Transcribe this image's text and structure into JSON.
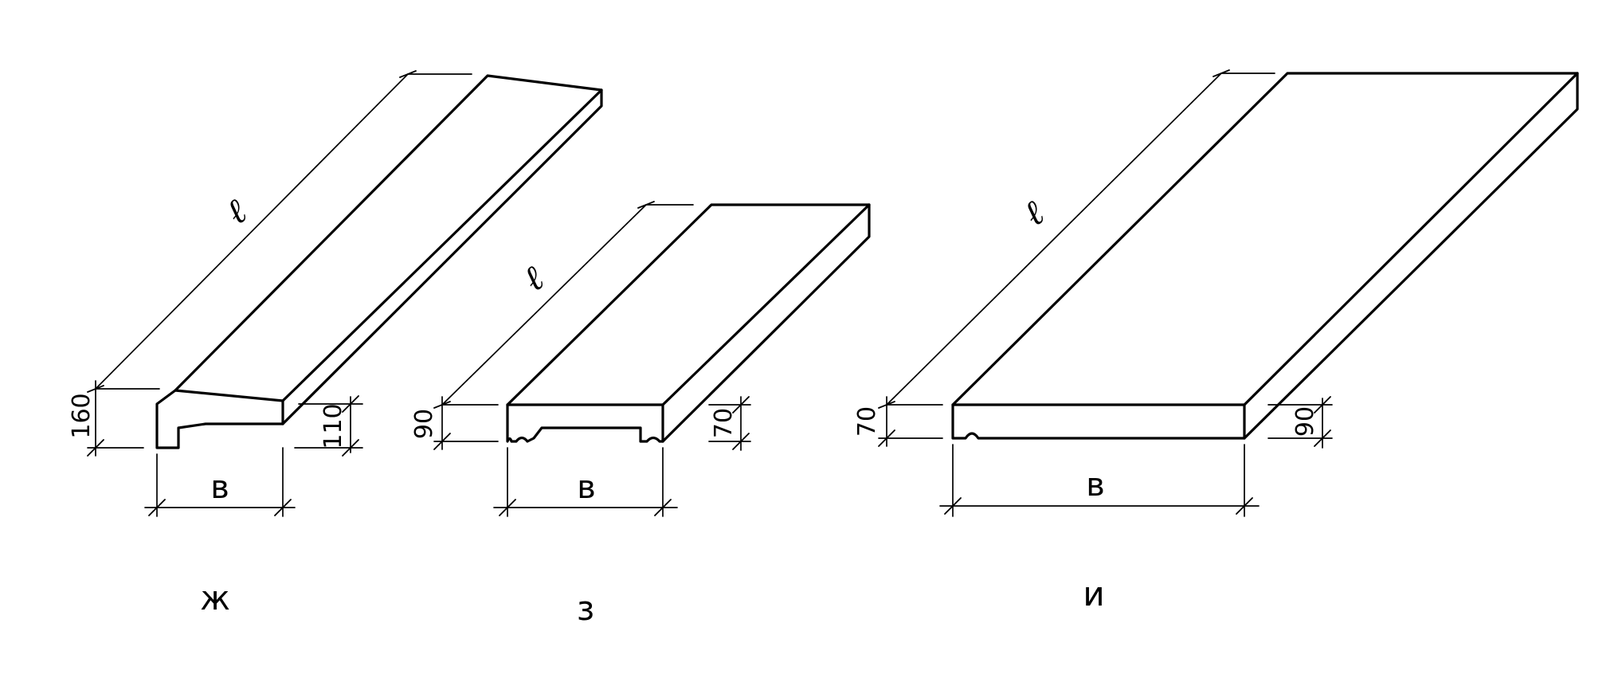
{
  "figures": [
    {
      "id": "zh",
      "caption": "ж",
      "length_label": "ℓ",
      "width_label": "в",
      "height_left": "160",
      "height_right": "110"
    },
    {
      "id": "z",
      "caption": "з",
      "length_label": "ℓ",
      "width_label": "в",
      "height_left": "90",
      "height_right": "70"
    },
    {
      "id": "i",
      "caption": "и",
      "length_label": "ℓ",
      "width_label": "в",
      "height_left": "70",
      "height_right": "90"
    }
  ]
}
